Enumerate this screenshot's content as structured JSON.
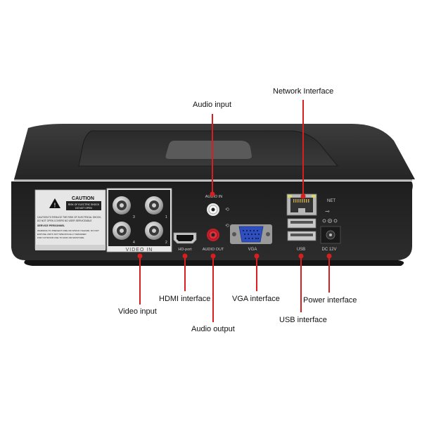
{
  "colors": {
    "leader_line": "#d81f1f",
    "body_dark": "#2b2b2b",
    "body_mid": "#3a3a3a",
    "warning_label": "#e8e8e8",
    "vga_blue": "#2f4fbf",
    "audio_red": "#c81e2a",
    "port_silver": "#b8b8b8"
  },
  "callouts": {
    "audio_input": "Audio input",
    "network_interface": "Network Interface",
    "hdmi_interface": "HDMI interface",
    "vga_interface": "VGA interface",
    "power_interface": "Power interface",
    "video_input": "Video input",
    "usb_interface": "USB interface",
    "audio_output": "Audio output"
  },
  "panel_labels": {
    "audio_in": "AUDIO IN",
    "net": "NET",
    "video_in": "VIDEO IN",
    "hd_port": "HD-port",
    "audio_out": "AUDIO OUT",
    "vga": "VGA",
    "usb": "USB",
    "dc_12v": "DC 12V",
    "bnc_1": "1",
    "bnc_2": "2",
    "bnc_3": "3",
    "bnc_4": "4"
  },
  "warning_sticker": {
    "title": "CAUTION",
    "risk_line_1": "RISK OF ELECTRIC SHOCK",
    "risk_line_2": "DO NOT OPEN",
    "body_1": "CAUTION:TO REDUCE THE RISK OF ELECTRICAL SHOCK,",
    "body_2": "DO NOT OPEN COVERS NO USER SERVICEABLE",
    "body_3": "SERVICE PERSONNEL",
    "body_4": "WARNING:TO PREVENT FIRE OR SHOCK HAZARD, DO NOT",
    "body_5": "EXPOSE UNITS NOT SPECIFICALLY DESIGNED",
    "body_6": "FOR OUTDOOR USE TO RAIN OR MOISTURE"
  }
}
